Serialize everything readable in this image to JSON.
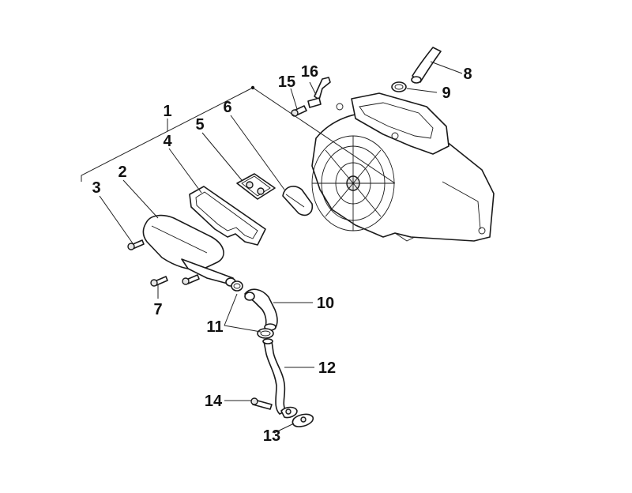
{
  "callouts": [
    {
      "num": "1"
    },
    {
      "num": "2"
    },
    {
      "num": "3"
    },
    {
      "num": "4"
    },
    {
      "num": "5"
    },
    {
      "num": "6"
    },
    {
      "num": "7"
    },
    {
      "num": "8"
    },
    {
      "num": "9"
    },
    {
      "num": "10"
    },
    {
      "num": "11"
    },
    {
      "num": "12"
    },
    {
      "num": "13"
    },
    {
      "num": "14"
    },
    {
      "num": "15"
    },
    {
      "num": "16"
    }
  ],
  "colors": {
    "line": "#1a1a1a",
    "background": "#ffffff",
    "shade": "#e6e6e6"
  }
}
